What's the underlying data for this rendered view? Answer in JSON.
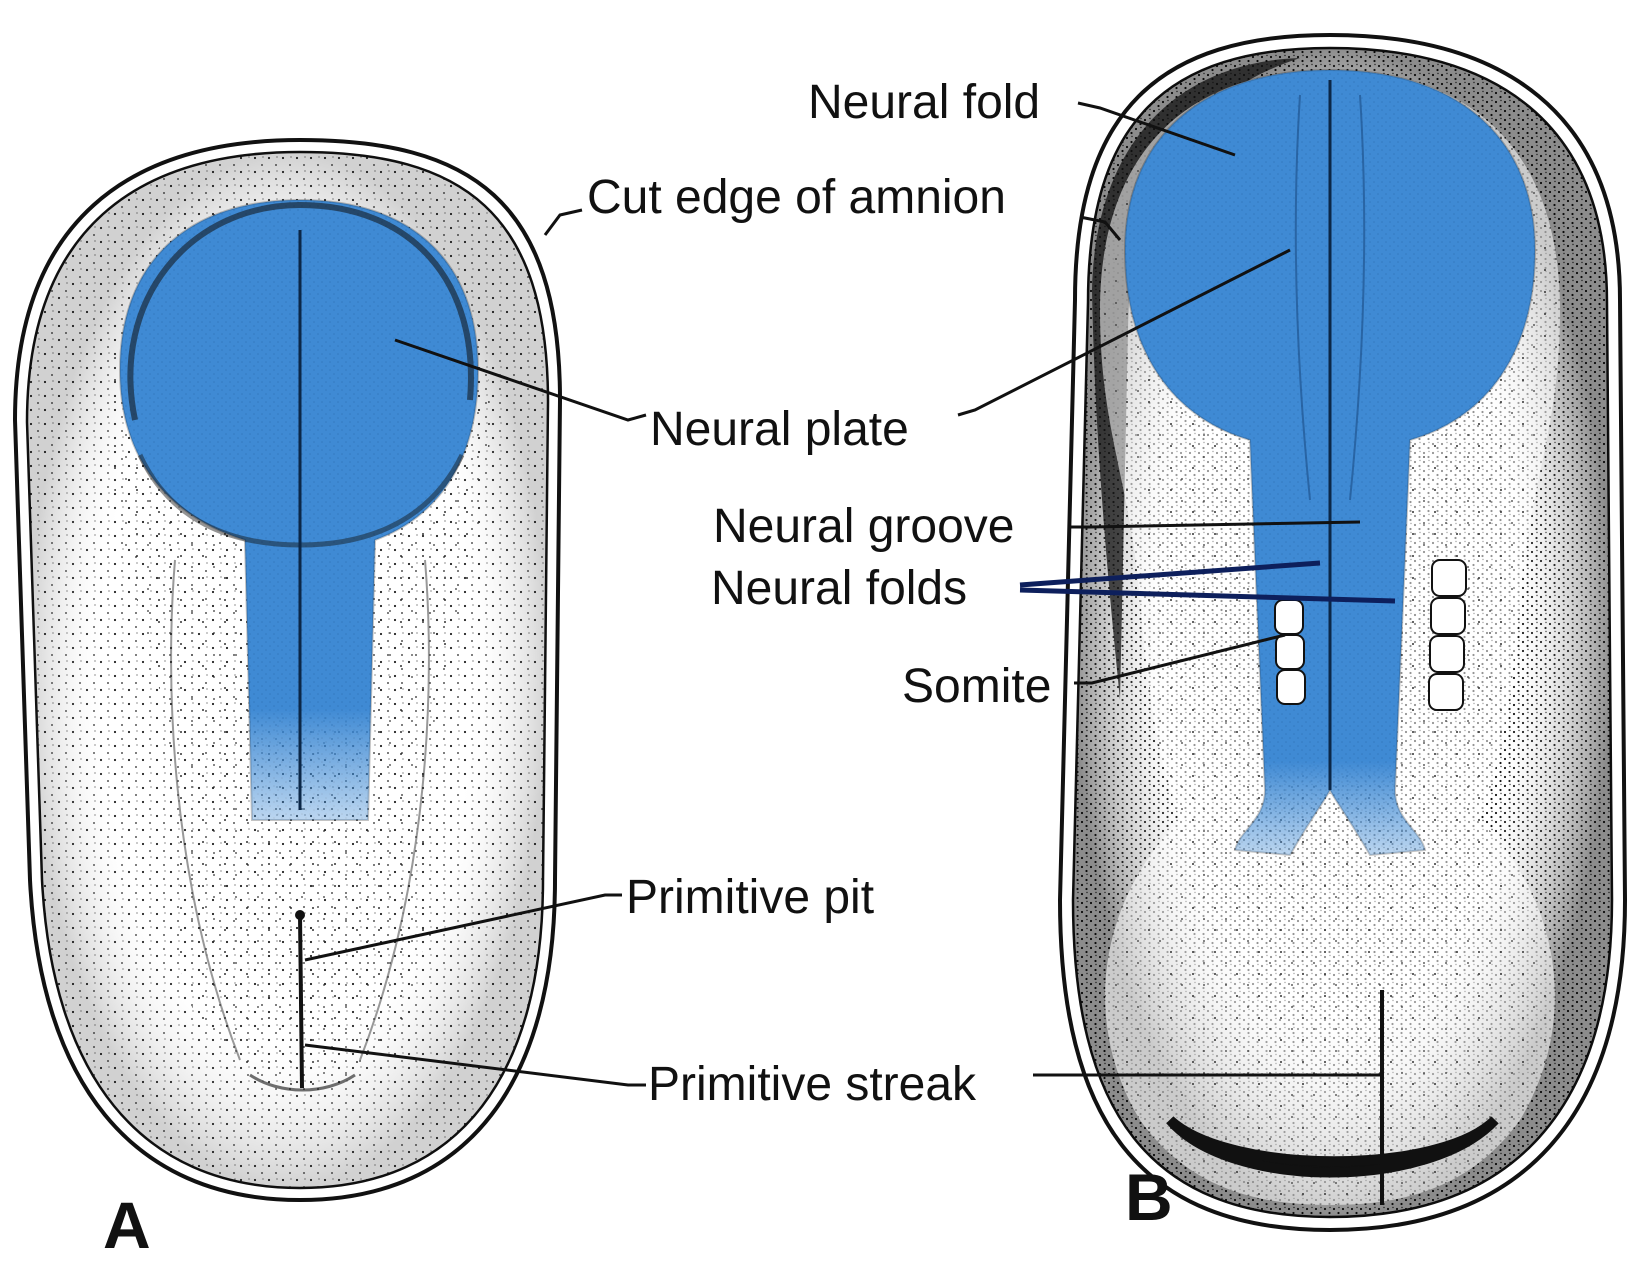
{
  "colors": {
    "neural_tissue": "#3f8ad4",
    "neural_tissue_dark": "#2b6cb2",
    "outline": "#111111",
    "stipple": "#1a1a1a",
    "accent_leader": "#0d1f5c"
  },
  "panels": [
    {
      "letter": "A"
    },
    {
      "letter": "B"
    }
  ],
  "labels": {
    "neural_fold": "Neural fold",
    "cut_edge_of_amnion": "Cut edge of amnion",
    "neural_plate": "Neural plate",
    "neural_groove": "Neural groove",
    "neural_folds": "Neural folds",
    "somite": "Somite",
    "primitive_pit": "Primitive pit",
    "primitive_streak": "Primitive streak"
  }
}
